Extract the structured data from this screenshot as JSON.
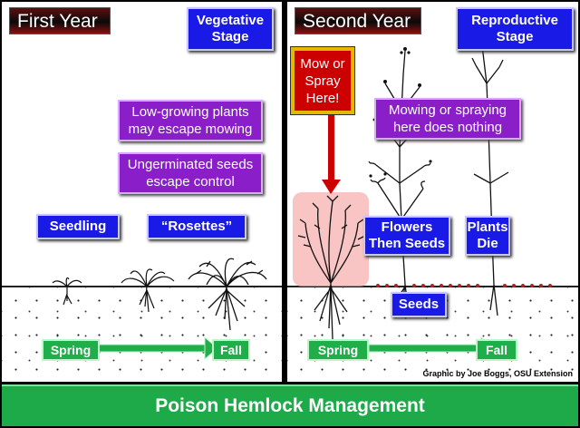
{
  "left_panel": {
    "title": "First Year",
    "stage": "Vegetative Stage",
    "notes": [
      "Low-growing plants may escape mowing",
      "Ungerminated seeds escape control"
    ],
    "labels": [
      "Seedling",
      "“Rosettes”"
    ],
    "timeline": {
      "start": "Spring",
      "end": "Fall"
    }
  },
  "right_panel": {
    "title": "Second Year",
    "stage": "Reproductive Stage",
    "callout": "Mow or Spray Here!",
    "note": "Mowing or spraying here does nothing",
    "labels": [
      "Flowers Then Seeds",
      "Plants Die",
      "Seeds"
    ],
    "timeline": {
      "start": "Spring",
      "end": "Fall"
    },
    "credit": "Graphic by Joe Boggs, OSU Extension"
  },
  "footer": {
    "title": "Poison Hemlock Management"
  },
  "colors": {
    "blue": "#1a1ae6",
    "purple": "#8a1fc9",
    "green": "#1fae4a",
    "red": "#cc0000",
    "seed_dots": "#b52020"
  }
}
